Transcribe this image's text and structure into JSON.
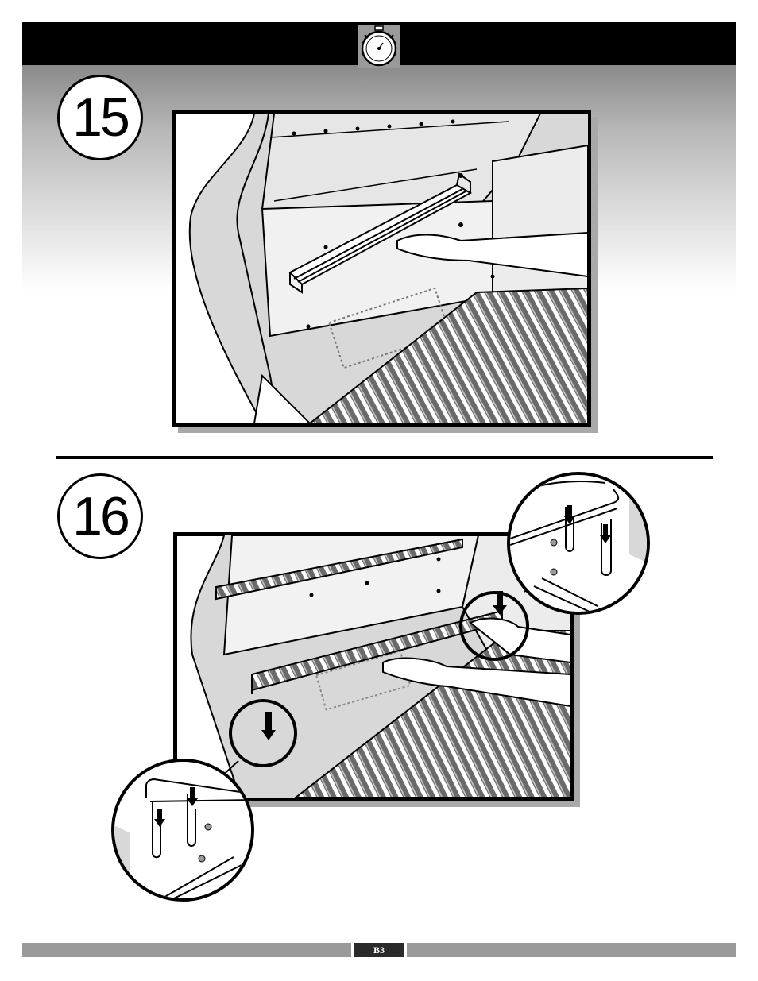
{
  "header": {
    "icon": "stopwatch-icon"
  },
  "steps": [
    {
      "number": "15"
    },
    {
      "number": "16"
    }
  ],
  "footer": {
    "page": "B3"
  }
}
